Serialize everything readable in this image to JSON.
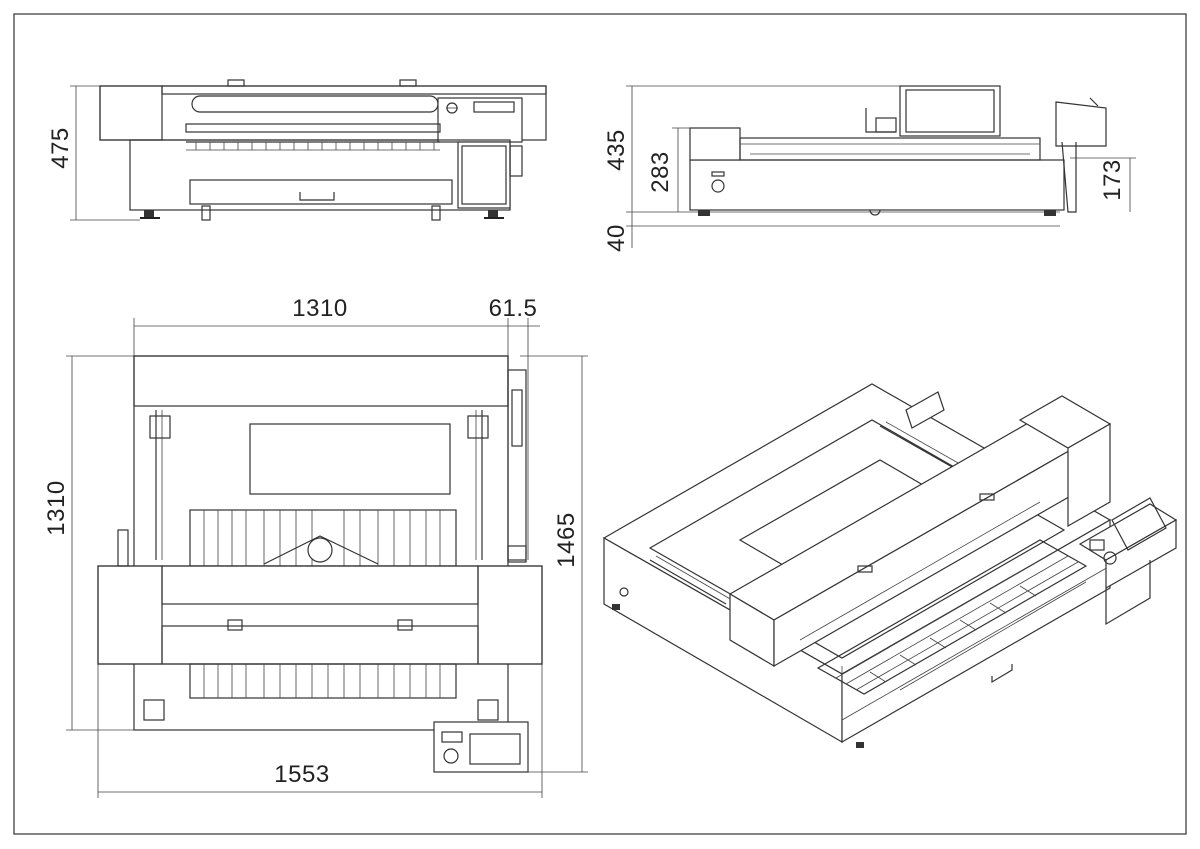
{
  "drawing": {
    "front_view": {
      "height_dim": "475"
    },
    "side_view": {
      "total_height_dim": "435",
      "table_height_dim": "283",
      "caster_dim": "40",
      "panel_height_dim": "173"
    },
    "top_view": {
      "width_dim": "1310",
      "offset_dim": "61.5",
      "depth_dim": "1310",
      "overall_depth_dim": "1465",
      "overall_width_dim": "1553"
    },
    "isometric_view": {}
  }
}
